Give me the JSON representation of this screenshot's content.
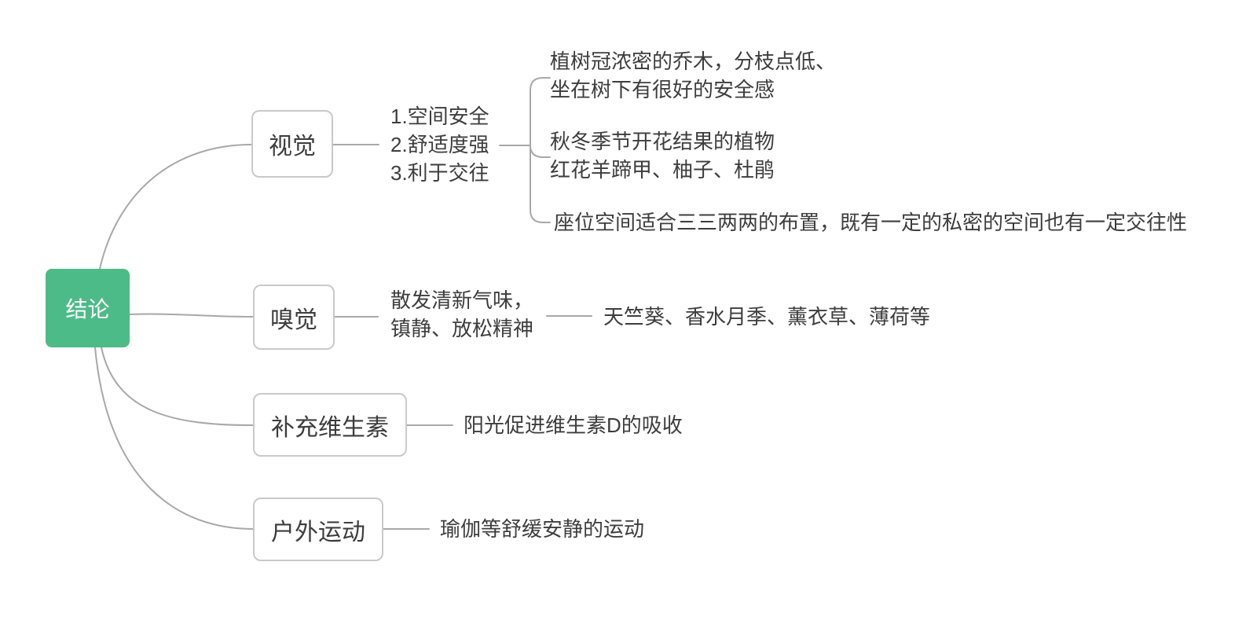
{
  "diagram": {
    "root": {
      "label": "结论"
    },
    "branches": [
      {
        "label": "视觉",
        "note_lines": [
          "1.空间安全",
          "2.舒适度强",
          "3.利于交往"
        ],
        "leaves": [
          {
            "lines": [
              "植树冠浓密的乔木，分枝点低、",
              "坐在树下有很好的安全感"
            ]
          },
          {
            "lines": [
              "秋冬季节开花结果的植物",
              "红花羊蹄甲、柚子、杜鹃"
            ]
          },
          {
            "lines": [
              "座位空间适合三三两两的布置，既有一定的私密的空间也有一定交往性"
            ]
          }
        ]
      },
      {
        "label": "嗅觉",
        "note_lines": [
          "散发清新气味，",
          "镇静、放松精神"
        ],
        "leaves": [
          {
            "lines": [
              "天竺葵、香水月季、薰衣草、薄荷等"
            ]
          }
        ]
      },
      {
        "label": "补充维生素",
        "note_lines": [],
        "leaves": [
          {
            "lines": [
              "阳光促进维生素D的吸收"
            ]
          }
        ]
      },
      {
        "label": "户外运动",
        "note_lines": [],
        "leaves": [
          {
            "lines": [
              "瑜伽等舒缓安静的运动"
            ]
          }
        ]
      }
    ],
    "colors": {
      "background": "#ffffff",
      "root_bg": "#4dbb88",
      "root_text": "#ffffff",
      "node_border": "#c9c9c9",
      "node_text": "#3d3d3d",
      "text": "#3d3d3d",
      "line": "#a8a8a8"
    }
  }
}
